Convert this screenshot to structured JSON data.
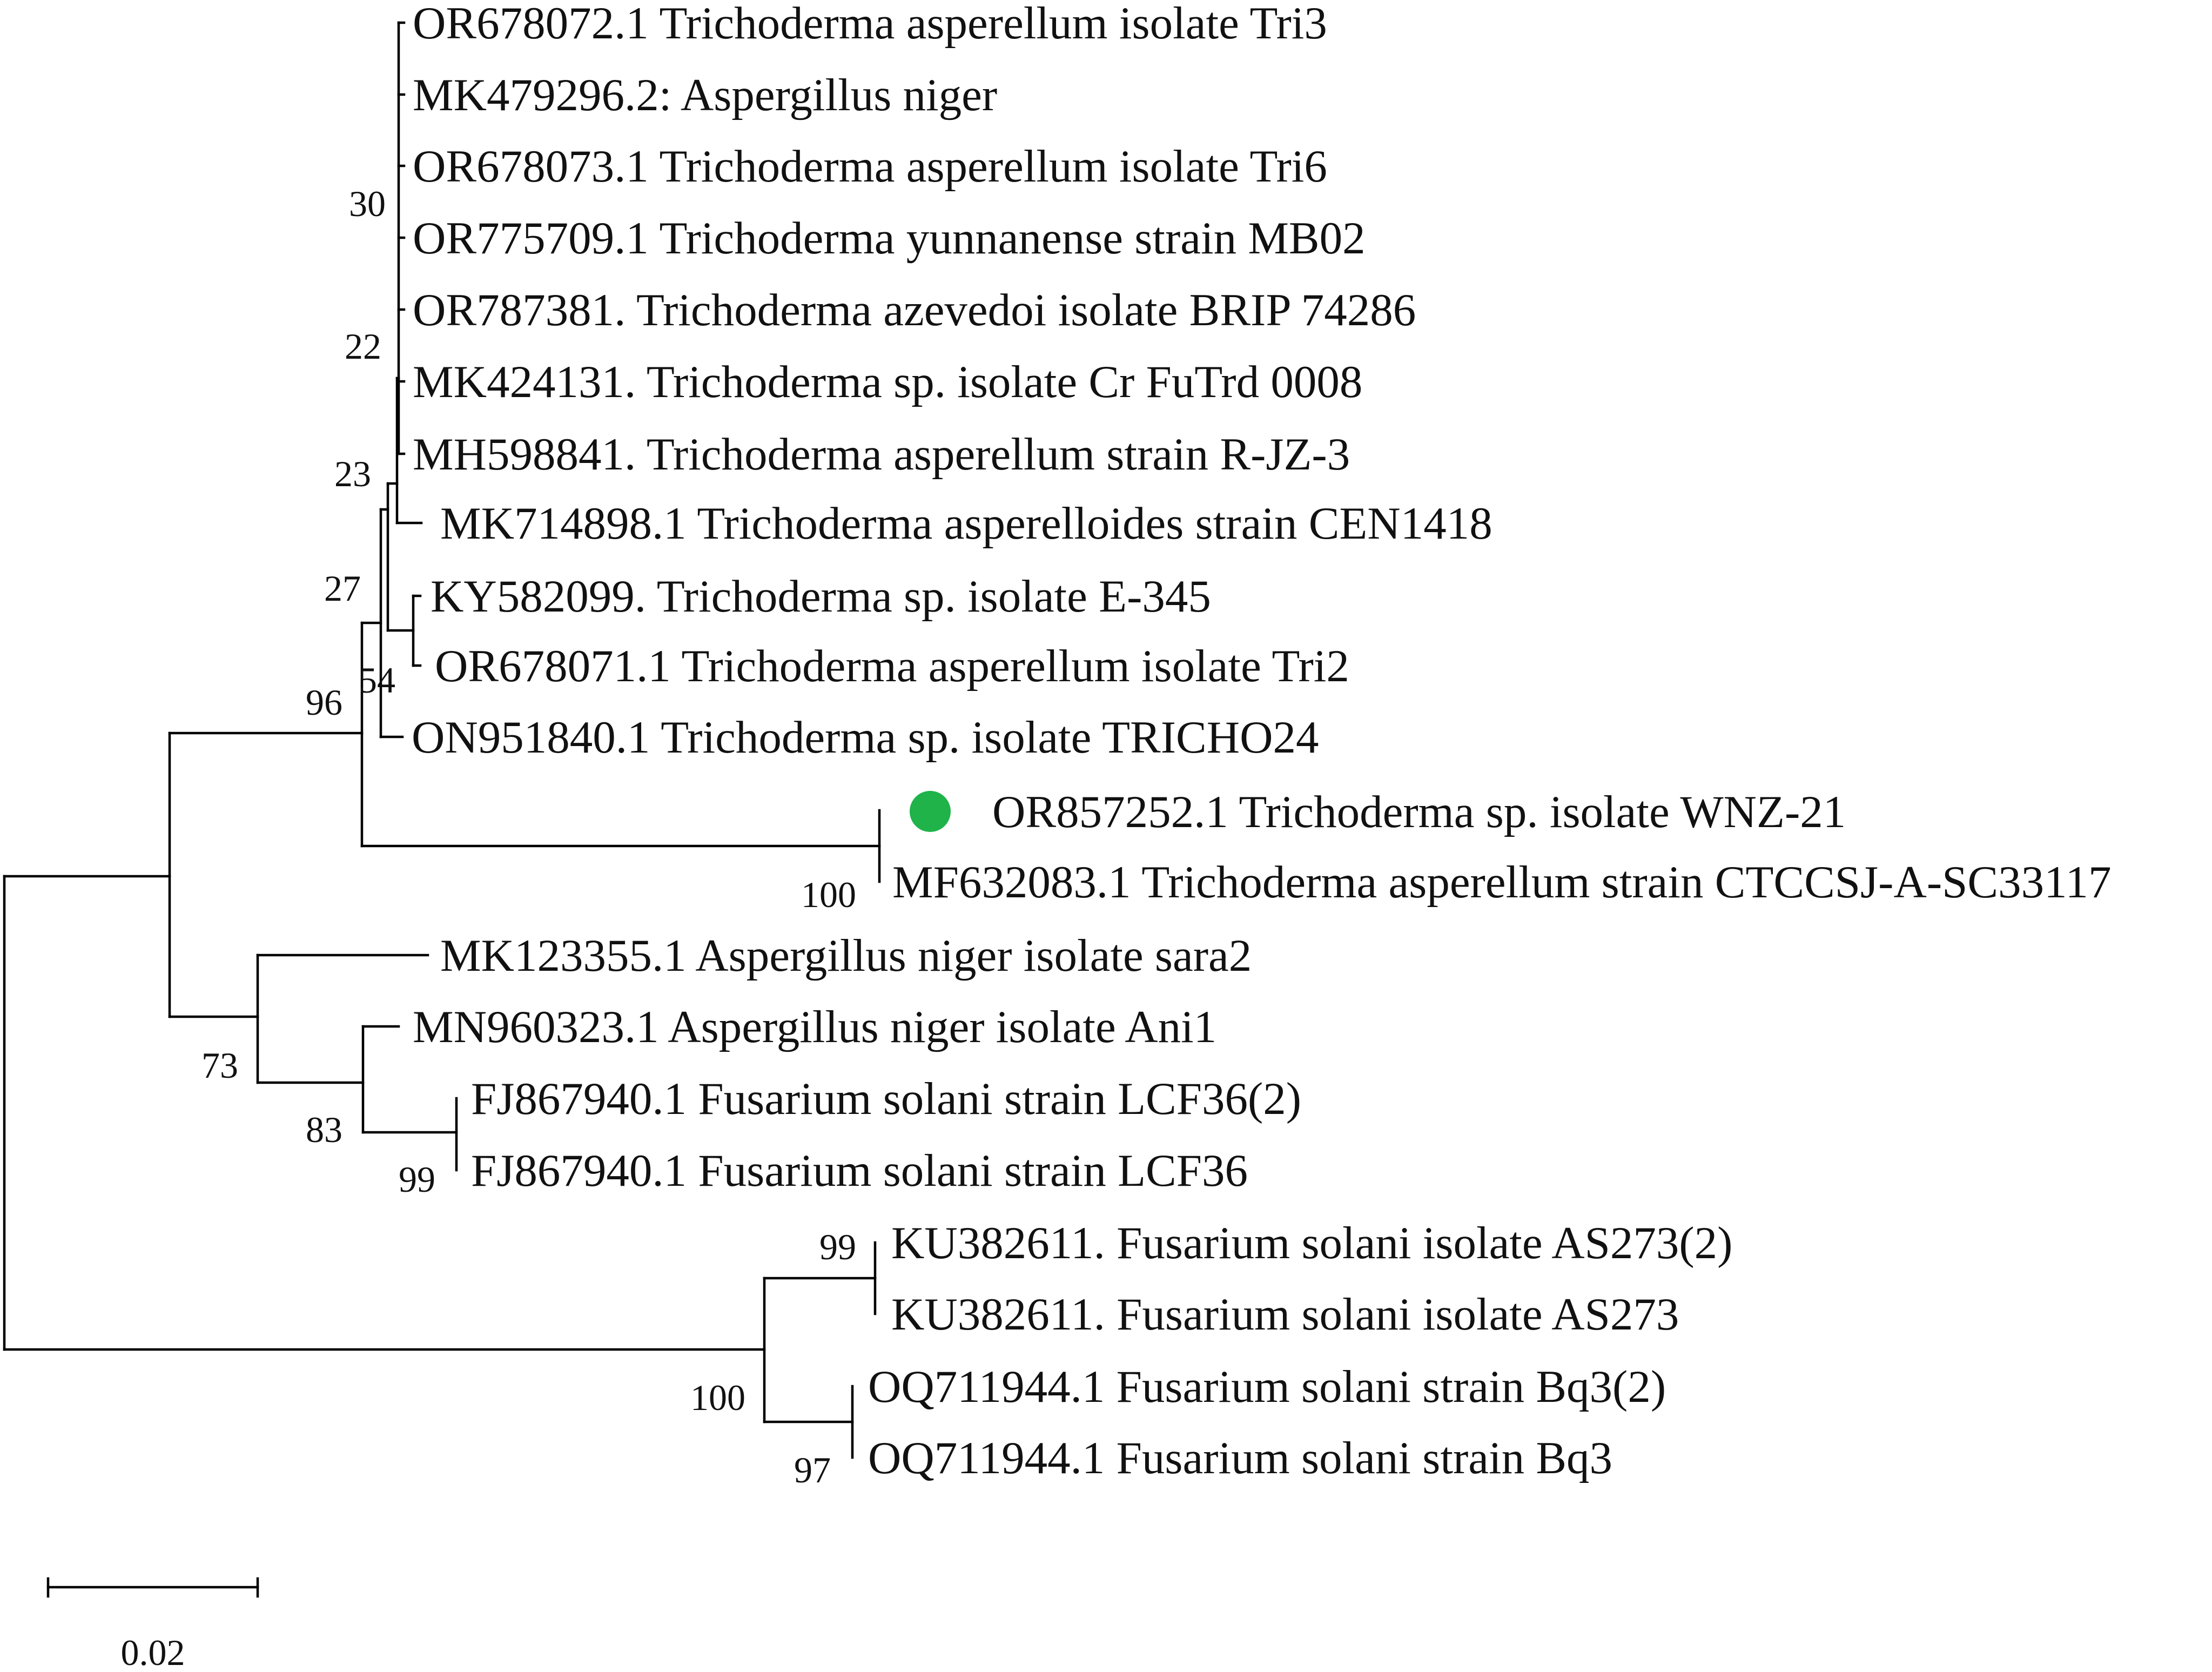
{
  "tree": {
    "taxa": [
      "OR678072.1 Trichoderma asperellum isolate Tri3",
      "MK479296.2: Aspergillus niger",
      "OR678073.1 Trichoderma asperellum isolate Tri6",
      "OR775709.1 Trichoderma yunnanense strain MB02",
      "OR787381. Trichoderma azevedoi isolate BRIP 74286",
      "MK424131. Trichoderma sp. isolate Cr FuTrd 0008",
      "MH598841. Trichoderma asperellum strain R-JZ-3",
      "MK714898.1 Trichoderma asperelloides strain CEN1418",
      "KY582099. Trichoderma sp. isolate E-345",
      "OR678071.1 Trichoderma asperellum isolate Tri2",
      "ON951840.1 Trichoderma sp. isolate TRICHO24",
      "OR857252.1 Trichoderma sp. isolate WNZ-21",
      "MF632083.1 Trichoderma asperellum strain CTCCSJ-A-SC33117",
      "MK123355.1 Aspergillus niger isolate sara2",
      "MN960323.1 Aspergillus niger isolate Ani1",
      "FJ867940.1 Fusarium solani strain LCF36(2)",
      "FJ867940.1 Fusarium solani strain LCF36",
      "KU382611. Fusarium solani isolate AS273(2)",
      "KU382611. Fusarium solani isolate AS273",
      "OQ711944.1 Fusarium solani strain Bq3(2)",
      "OQ711944.1 Fusarium solani strain Bq3"
    ],
    "bootstrap": [
      "30",
      "22",
      "23",
      "27",
      "54",
      "96",
      "100",
      "73",
      "83",
      "99",
      "99",
      "100",
      "97"
    ],
    "highlighted_taxon": "OR857252.1 Trichoderma sp. isolate WNZ-21",
    "marker_color": "#1fb34a",
    "scale_bar": {
      "value": "0.02"
    }
  }
}
